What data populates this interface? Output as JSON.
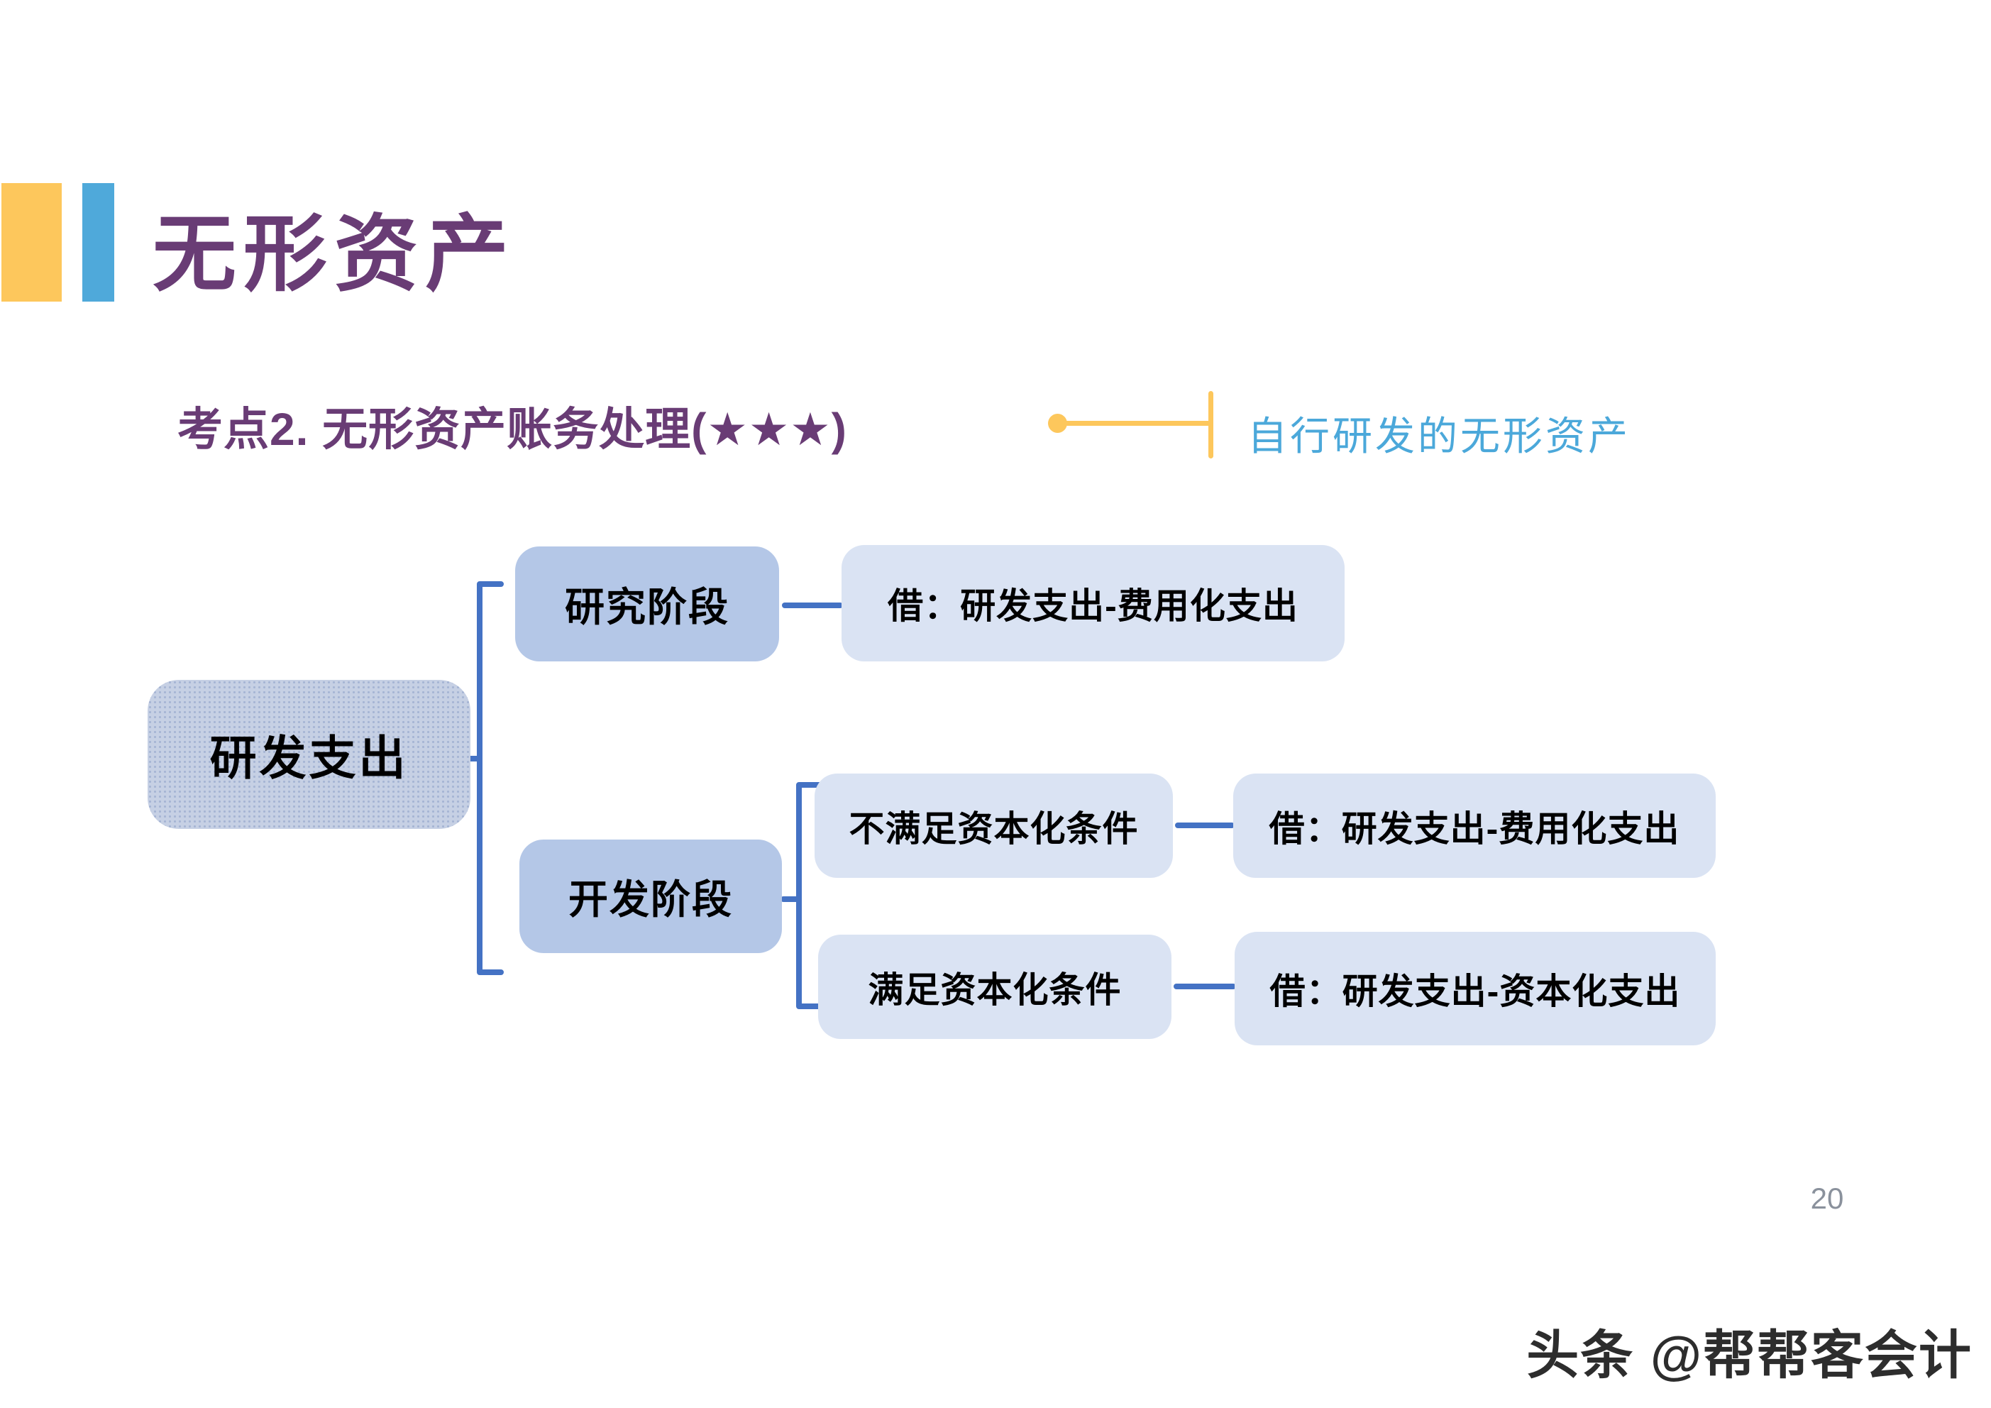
{
  "slide": {
    "title": "无形资产",
    "heading": "考点2. 无形资产账务处理(★★★)",
    "callout_label": "自行研发的无形资产",
    "page_number": "20",
    "watermark": "头条 @帮帮客会计"
  },
  "flowchart": {
    "root": {
      "label": "研发支出"
    },
    "stages": [
      {
        "label": "研究阶段",
        "entry": "借：研发支出-费用化支出"
      },
      {
        "label": "开发阶段",
        "branches": [
          {
            "label": "不满足资本化条件",
            "entry": "借：研发支出-费用化支出"
          },
          {
            "label": "满足资本化条件",
            "entry": "借：研发支出-资本化支出"
          }
        ]
      }
    ]
  },
  "colors": {
    "accent_yellow": "#FDC75C",
    "accent_blue": "#4FA9DA",
    "title_purple": "#693C75",
    "callout_text_blue": "#4BA8DA",
    "connector_blue": "#4472C4",
    "stage_box_fill": "#B4C7E7",
    "entry_box_fill": "#DAE3F3",
    "root_box_fill": "#C6D0E4",
    "page_number_grey": "#8A919C"
  }
}
